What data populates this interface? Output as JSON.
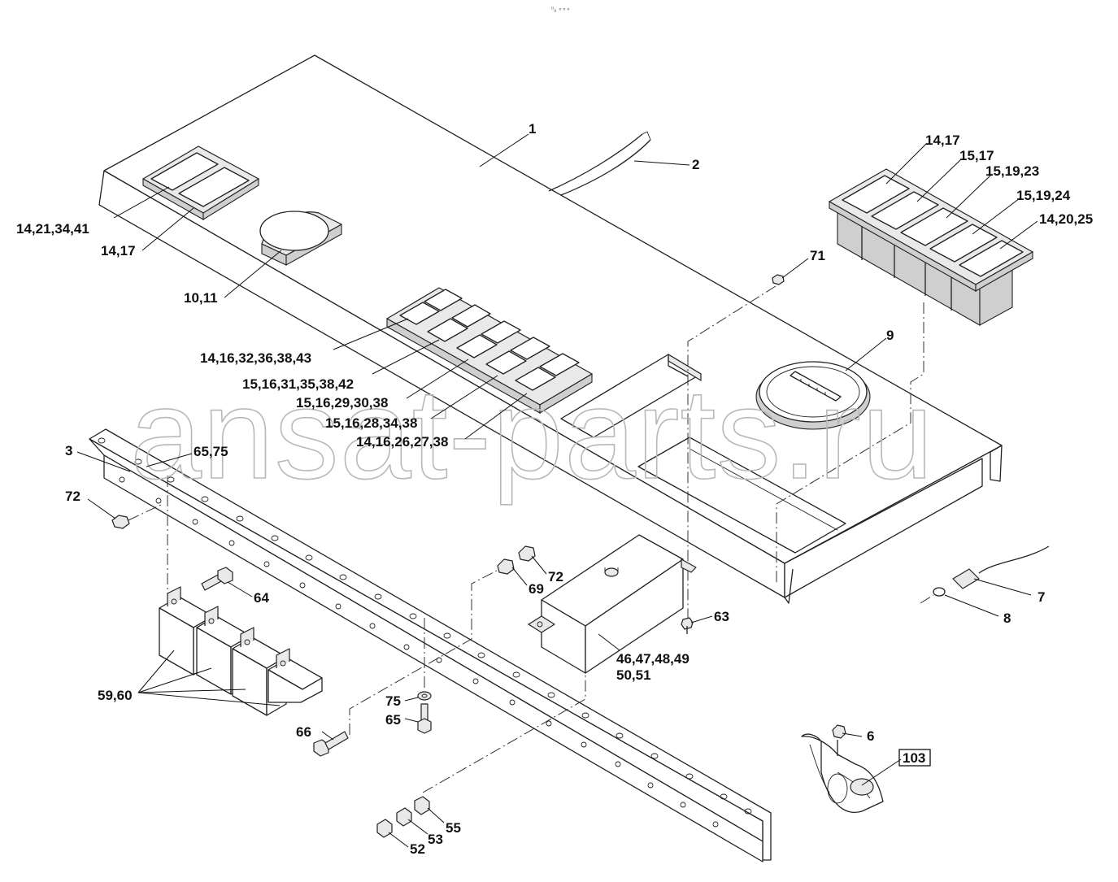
{
  "header": {
    "glyph_text": "⁰ₐ ∘∘∘"
  },
  "watermark": {
    "text": "ansat-parts.ru"
  },
  "callouts": [
    {
      "id": "c1",
      "text": "1"
    },
    {
      "id": "c2",
      "text": "2"
    },
    {
      "id": "c3",
      "text": "3"
    },
    {
      "id": "c6",
      "text": "6"
    },
    {
      "id": "c7",
      "text": "7"
    },
    {
      "id": "c8",
      "text": "8"
    },
    {
      "id": "c9",
      "text": "9"
    },
    {
      "id": "c10-11",
      "text": "10,11"
    },
    {
      "id": "c14-21-34-41",
      "text": "14,21,34,41"
    },
    {
      "id": "c14-17-left",
      "text": "14,17"
    },
    {
      "id": "c14-17-right",
      "text": "14,17"
    },
    {
      "id": "c15-17",
      "text": "15,17"
    },
    {
      "id": "c15-19-23",
      "text": "15,19,23"
    },
    {
      "id": "c15-19-24",
      "text": "15,19,24"
    },
    {
      "id": "c14-20-25",
      "text": "14,20,25"
    },
    {
      "id": "c71",
      "text": "71"
    },
    {
      "id": "c14-16-32",
      "text": "14,16,32,36,38,43"
    },
    {
      "id": "c15-16-31",
      "text": "15,16,31,35,38,42"
    },
    {
      "id": "c15-16-29",
      "text": "15,16,29,30,38"
    },
    {
      "id": "c15-16-28",
      "text": "15,16,28,34,38"
    },
    {
      "id": "c14-16-26",
      "text": "14,16,26,27,38"
    },
    {
      "id": "c65-75-top",
      "text": "65,75"
    },
    {
      "id": "c72-left",
      "text": "72"
    },
    {
      "id": "c64",
      "text": "64"
    },
    {
      "id": "c69",
      "text": "69"
    },
    {
      "id": "c72-mid",
      "text": "72"
    },
    {
      "id": "c63",
      "text": "63"
    },
    {
      "id": "c46-49",
      "text": "46,47,48,49"
    },
    {
      "id": "c50-51",
      "text": "50,51"
    },
    {
      "id": "c59-60",
      "text": "59,60"
    },
    {
      "id": "c75",
      "text": "75"
    },
    {
      "id": "c65",
      "text": "65"
    },
    {
      "id": "c66",
      "text": "66"
    },
    {
      "id": "c55",
      "text": "55"
    },
    {
      "id": "c53",
      "text": "53"
    },
    {
      "id": "c52",
      "text": "52"
    },
    {
      "id": "c103",
      "text": "103"
    }
  ]
}
